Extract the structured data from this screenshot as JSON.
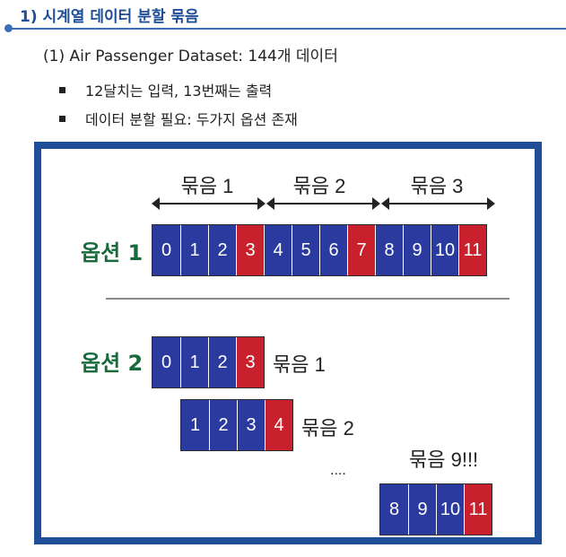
{
  "section_title": "1) 시계열 데이터 분할 묶음",
  "subtitle": "(1) Air Passenger Dataset: 144개 데이터",
  "bullets": [
    "12달치는 입력, 13번째는 출력",
    "데이터 분할 필요: 두가지 옵션 존재"
  ],
  "diagram": {
    "option1": {
      "label": "옵션 1",
      "group_labels": [
        "묶음 1",
        "묶음 2",
        "묶음 3"
      ],
      "cells": [
        {
          "text": "0",
          "role": "input"
        },
        {
          "text": "1",
          "role": "input"
        },
        {
          "text": "2",
          "role": "input"
        },
        {
          "text": "3",
          "role": "output"
        },
        {
          "text": "4",
          "role": "input"
        },
        {
          "text": "5",
          "role": "input"
        },
        {
          "text": "6",
          "role": "input"
        },
        {
          "text": "7",
          "role": "output"
        },
        {
          "text": "8",
          "role": "input"
        },
        {
          "text": "9",
          "role": "input"
        },
        {
          "text": "10",
          "role": "input"
        },
        {
          "text": "11",
          "role": "output"
        }
      ]
    },
    "option2": {
      "label": "옵션 2",
      "rows": [
        {
          "tag": "묶음 1",
          "cells": [
            {
              "text": "0",
              "role": "input"
            },
            {
              "text": "1",
              "role": "input"
            },
            {
              "text": "2",
              "role": "input"
            },
            {
              "text": "3",
              "role": "output"
            }
          ]
        },
        {
          "tag": "묶음 2",
          "cells": [
            {
              "text": "1",
              "role": "input"
            },
            {
              "text": "2",
              "role": "input"
            },
            {
              "text": "3",
              "role": "input"
            },
            {
              "text": "4",
              "role": "output"
            }
          ]
        },
        {
          "tag": "묶음 9!!!",
          "cells": [
            {
              "text": "8",
              "role": "input"
            },
            {
              "text": "9",
              "role": "input"
            },
            {
              "text": "10",
              "role": "input"
            },
            {
              "text": "11",
              "role": "output"
            }
          ]
        }
      ],
      "ellipsis": "...."
    },
    "colors": {
      "input": "#2a3a9e",
      "output": "#c8202d",
      "frame": "#1f4e96",
      "option_label": "#1a6b3c"
    }
  }
}
